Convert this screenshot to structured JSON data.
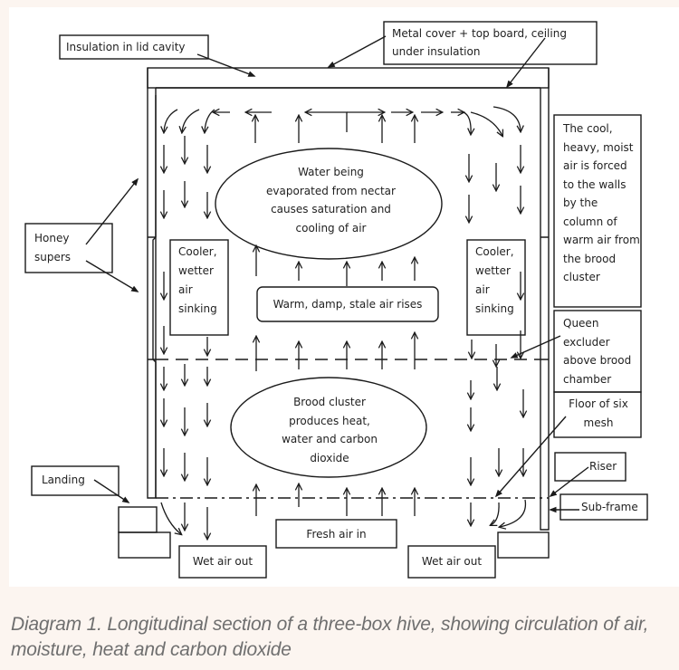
{
  "diagram": {
    "labels": {
      "insulation_lid": "Insulation in lid cavity",
      "metal_cover": "Metal cover + top board, ceiling under insulation",
      "cool_air_note": "The cool, heavy, moist air is forced to the walls by the column of warm air from the brood cluster",
      "honey_supers": "Honey supers",
      "cooler_left": "Cooler, wetter air sinking",
      "cooler_right": "Cooler, wetter air sinking",
      "water_evaporated": "Water being evaporated from nectar causes saturation and cooling of air",
      "warm_air_rises": "Warm, damp, stale air rises",
      "queen_excluder": "Queen excluder above brood chamber",
      "brood_cluster": "Brood cluster produces heat, water and carbon dioxide",
      "floor_mesh": "Floor of six mesh",
      "riser": "Riser",
      "sub_frame": "Sub-frame",
      "landing": "Landing",
      "fresh_air_in": "Fresh air in",
      "wet_air_out_left": "Wet air out",
      "wet_air_out_right": "Wet air out"
    },
    "colors": {
      "line": "#1a1a1a",
      "panel": "#ffffff",
      "background": "#fcf5f0",
      "caption": "#6f6f6f"
    }
  },
  "caption": "Diagram 1. Longitudinal section of a three-box hive, showing circulation of air, moisture, heat and carbon dioxide"
}
